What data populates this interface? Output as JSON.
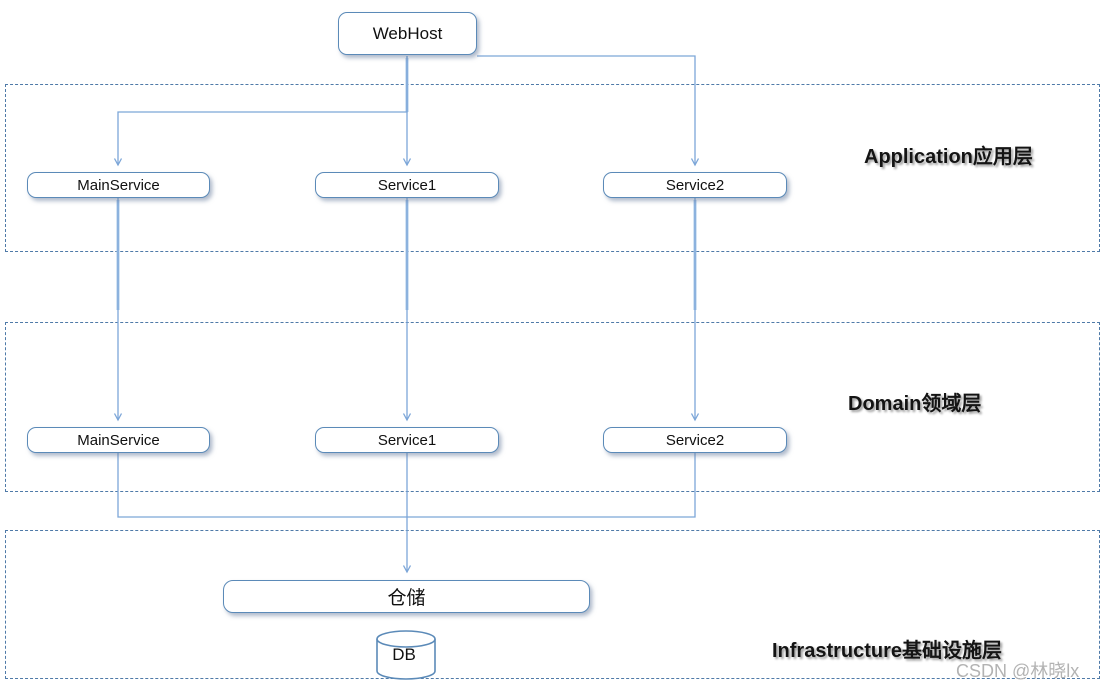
{
  "diagram": {
    "nodes": {
      "webhost": {
        "label": "WebHost"
      },
      "app_mainservice": {
        "label": "MainService"
      },
      "app_service1": {
        "label": "Service1"
      },
      "app_service2": {
        "label": "Service2"
      },
      "dom_mainservice": {
        "label": "MainService"
      },
      "dom_service1": {
        "label": "Service1"
      },
      "dom_service2": {
        "label": "Service2"
      },
      "repository": {
        "label": "仓储"
      },
      "db": {
        "label": "DB"
      }
    },
    "layers": [
      {
        "id": "application",
        "label": "Application应用层"
      },
      {
        "id": "domain",
        "label": "Domain领域层"
      },
      {
        "id": "infrastructure",
        "label": "Infrastructure基础设施层"
      }
    ],
    "edges": [
      {
        "from": "WebHost",
        "to": "MainService (Application)"
      },
      {
        "from": "WebHost",
        "to": "Service1 (Application)"
      },
      {
        "from": "WebHost",
        "to": "Service2 (Application)"
      },
      {
        "from": "MainService (Application)",
        "to": "MainService (Domain)"
      },
      {
        "from": "Service1 (Application)",
        "to": "Service1 (Domain)"
      },
      {
        "from": "Service2 (Application)",
        "to": "Service2 (Domain)"
      },
      {
        "from": "MainService (Domain)",
        "to": "仓储"
      },
      {
        "from": "Service1 (Domain)",
        "to": "仓储"
      },
      {
        "from": "Service2 (Domain)",
        "to": "仓储"
      }
    ],
    "colors": {
      "connector": "#7ca6d8",
      "connector_wide": "#aac8e8",
      "box_border": "#5b8ab8",
      "dashed_border": "#4f7aa8",
      "label_text": "#141414",
      "watermark": "#b3b3b3"
    }
  },
  "watermark": {
    "text": "CSDN @林晓lx"
  }
}
